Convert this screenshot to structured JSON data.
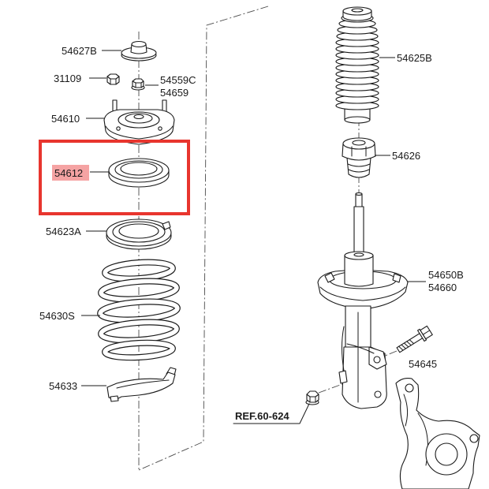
{
  "left_callouts": [
    {
      "lines": [
        "54627B"
      ]
    },
    {
      "lines": [
        "31109"
      ]
    },
    {
      "lines": [
        "54559C",
        "54659"
      ]
    },
    {
      "lines": [
        "54610"
      ]
    },
    {
      "lines": [
        "54612"
      ],
      "highlighted": true
    },
    {
      "lines": [
        "54623A"
      ]
    },
    {
      "lines": [
        "54630S"
      ]
    },
    {
      "lines": [
        "54633"
      ]
    }
  ],
  "right_callouts": [
    {
      "lines": [
        "54625B"
      ]
    },
    {
      "lines": [
        "54626"
      ]
    },
    {
      "lines": [
        "54650B",
        "54660"
      ]
    },
    {
      "lines": [
        "54645"
      ]
    }
  ],
  "reference_callout": "REF.60-624",
  "colors": {
    "highlight_frame": "#e8352e",
    "highlight_label": "#f5a3a3",
    "linework": "#1a1a1a"
  }
}
